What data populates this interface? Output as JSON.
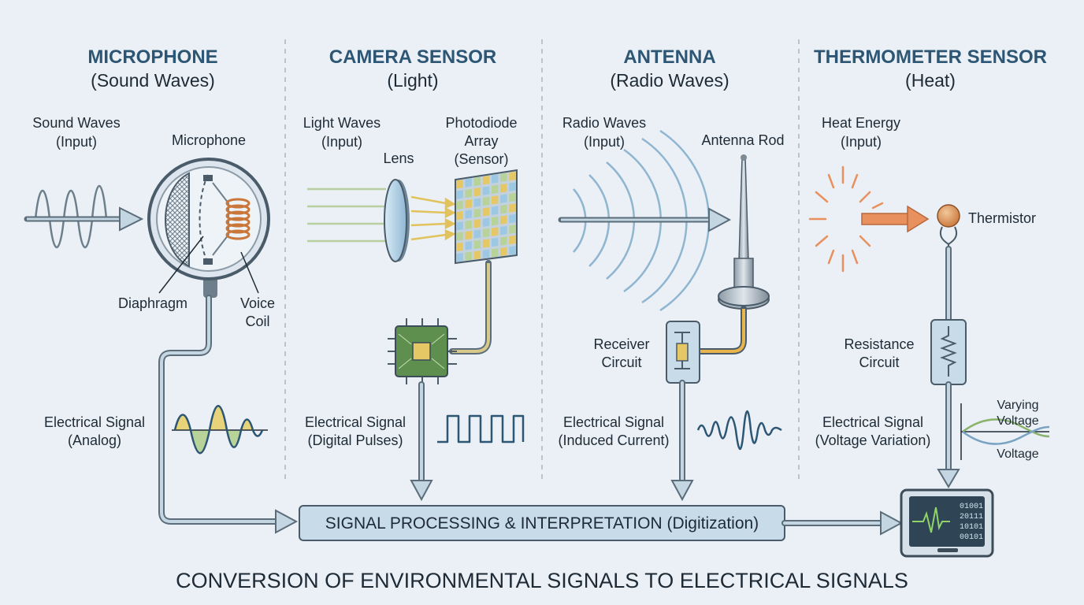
{
  "title": "CONVERSION OF ENVIRONMENTAL SIGNALS TO ELECTRICAL SIGNALS",
  "sections": {
    "microphone": {
      "heading": "MICROPHONE",
      "subheading": "(Sound Waves)",
      "input_label": [
        "Sound Waves",
        "(Input)"
      ],
      "device_label": "Microphone",
      "diaphragm_label": "Diaphragm",
      "coil_label": [
        "Voice",
        "Coil"
      ],
      "output_label": [
        "Electrical Signal",
        "(Analog)"
      ]
    },
    "camera": {
      "heading": "CAMERA SENSOR",
      "subheading": "(Light)",
      "input_label": [
        "Light Waves",
        "(Input)"
      ],
      "lens_label": "Lens",
      "sensor_label": [
        "Photodiode",
        "Array",
        "(Sensor)"
      ],
      "output_label": [
        "Electrical Signal",
        "(Digital Pulses)"
      ]
    },
    "antenna": {
      "heading": "ANTENNA",
      "subheading": "(Radio Waves)",
      "input_label": [
        "Radio Waves",
        "(Input)"
      ],
      "rod_label": "Antenna Rod",
      "receiver_label": [
        "Receiver",
        "Circuit"
      ],
      "output_label": [
        "Electrical Signal",
        "(Induced Current)"
      ]
    },
    "thermometer": {
      "heading": "THERMOMETER SENSOR",
      "subheading": "(Heat)",
      "input_label": [
        "Heat Energy",
        "(Input)"
      ],
      "thermistor_label": "Thermistor",
      "resistance_label": [
        "Resistance",
        "Circuit"
      ],
      "output_label": [
        "Electrical Signal",
        "(Voltage Variation)"
      ],
      "graph_top_label": [
        "Varying",
        "Voltage"
      ],
      "graph_bottom_label": "Voltage"
    }
  },
  "processing_label": "SIGNAL PROCESSING & INTERPRETATION (Digitization)",
  "monitor_binary": [
    "01001",
    "20111",
    "10101",
    "00101"
  ],
  "colors": {
    "heading": "#2d5674",
    "wire": "#5b6c7a",
    "signal": "#2d5674",
    "signal_fill_yellow": "#e6d37a",
    "signal_fill_green": "#b7d39a",
    "heat": "#e8915f",
    "coil": "#c9773a",
    "chip": "#5f8f4e",
    "box_fill": "#c7dbe8"
  }
}
